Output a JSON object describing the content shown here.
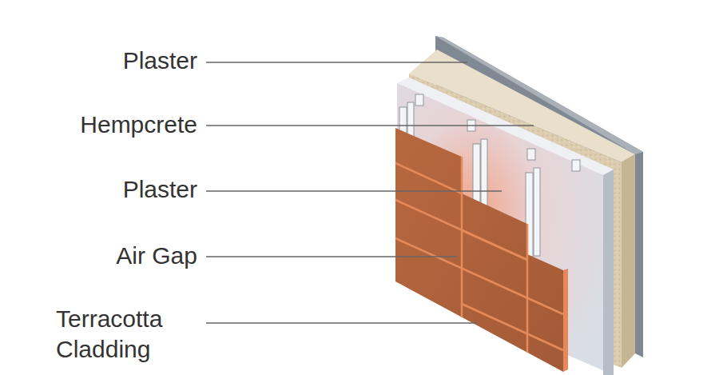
{
  "diagram": {
    "labels": [
      "Plaster",
      "Hempcrete",
      "Plaster",
      "Air Gap",
      "Terracotta Cladding"
    ]
  }
}
